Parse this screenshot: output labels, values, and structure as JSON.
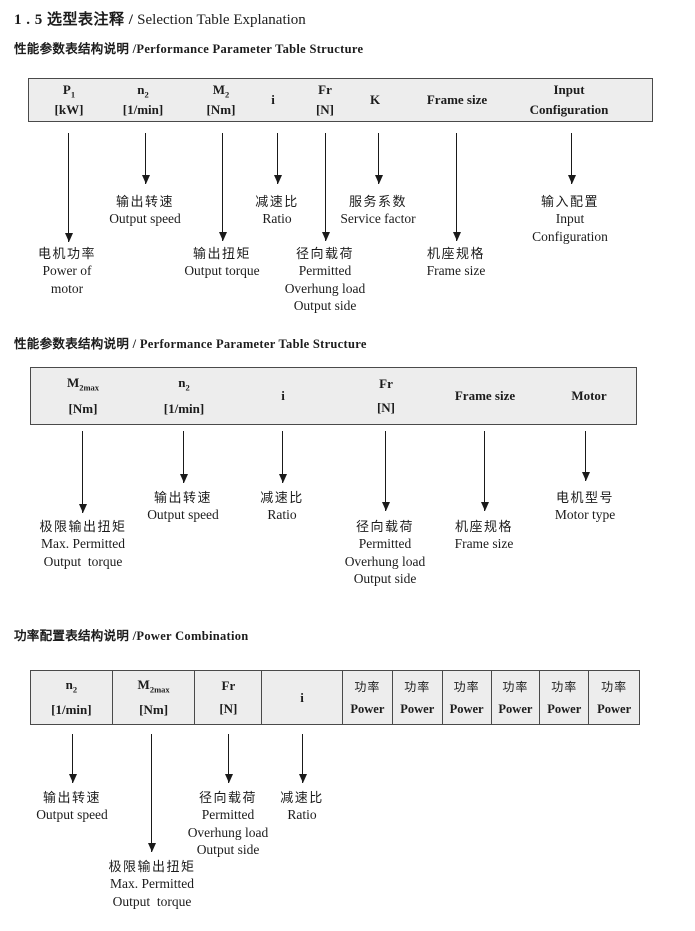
{
  "page": {
    "title": {
      "zh": "1 . 5 选型表注释 /",
      "en": " Selection Table Explanation"
    }
  },
  "colors": {
    "table_bg": "#ededed",
    "table_border": "#4a4a4a",
    "text": "#1c1c1c"
  },
  "sections": [
    {
      "heading": "性能参数表结构说明 /Performance Parameter Table Structure",
      "columns": [
        {
          "main": "P",
          "sub": "1",
          "unit": "[kW]"
        },
        {
          "main": "n",
          "sub": "2",
          "unit": "[1/min]"
        },
        {
          "main": "M",
          "sub": "2",
          "unit": "[Nm]"
        },
        {
          "main": "i"
        },
        {
          "main": "Fr",
          "unit": "[N]"
        },
        {
          "main": "K"
        },
        {
          "main": "Frame size"
        },
        {
          "line1": "Input",
          "line2": "Configuration"
        }
      ],
      "labels": [
        {
          "zh": "电机功率",
          "en": [
            "Power of",
            "motor"
          ]
        },
        {
          "zh": "输出转速",
          "en": [
            "Output speed"
          ]
        },
        {
          "zh": "输出扭矩",
          "en": [
            "Output torque"
          ]
        },
        {
          "zh": "减速比",
          "en": [
            "Ratio"
          ]
        },
        {
          "zh": "径向载荷",
          "en": [
            "Permitted",
            "Overhung load",
            "Output side"
          ]
        },
        {
          "zh": "服务系数",
          "en": [
            "Service factor"
          ]
        },
        {
          "zh": "机座规格",
          "en": [
            "Frame size"
          ]
        },
        {
          "zh": "输入配置",
          "en": [
            "Input",
            "Configuration"
          ]
        }
      ]
    },
    {
      "heading": "性能参数表结构说明 / Performance Parameter Table Structure",
      "columns": [
        {
          "main": "M",
          "sub": "2max",
          "unit": "[Nm]"
        },
        {
          "main": "n",
          "sub": "2",
          "unit": "[1/min]"
        },
        {
          "main": "i"
        },
        {
          "main": "Fr",
          "unit": "[N]"
        },
        {
          "main": "Frame size"
        },
        {
          "main": "Motor"
        }
      ],
      "labels": [
        {
          "zh": "极限输出扭矩",
          "en": [
            "Max. Permitted",
            "Output  torque"
          ]
        },
        {
          "zh": "输出转速",
          "en": [
            "Output speed"
          ]
        },
        {
          "zh": "减速比",
          "en": [
            "Ratio"
          ]
        },
        {
          "zh": "径向载荷",
          "en": [
            "Permitted",
            "Overhung load",
            "Output side"
          ]
        },
        {
          "zh": "机座规格",
          "en": [
            "Frame size"
          ]
        },
        {
          "zh": "电机型号",
          "en": [
            "Motor type"
          ]
        }
      ]
    },
    {
      "heading": "功率配置表结构说明 /Power Combination",
      "columns": [
        {
          "main": "n",
          "sub": "2",
          "unit": "[1/min]"
        },
        {
          "main": "M",
          "sub": "2max",
          "unit": "[Nm]"
        },
        {
          "main": "Fr",
          "unit": "[N]"
        },
        {
          "main": "i"
        },
        {
          "zh": "功率",
          "en": "Power"
        },
        {
          "zh": "功率",
          "en": "Power"
        },
        {
          "zh": "功率",
          "en": "Power"
        },
        {
          "zh": "功率",
          "en": "Power"
        },
        {
          "zh": "功率",
          "en": "Power"
        },
        {
          "zh": "功率",
          "en": "Power"
        }
      ],
      "labels": [
        {
          "zh": "输出转速",
          "en": [
            "Output speed"
          ]
        },
        {
          "zh": "极限输出扭矩",
          "en": [
            "Max. Permitted",
            "Output  torque"
          ]
        },
        {
          "zh": "径向载荷",
          "en": [
            "Permitted",
            "Overhung load",
            "Output side"
          ]
        },
        {
          "zh": "减速比",
          "en": [
            "Ratio"
          ]
        }
      ]
    }
  ]
}
